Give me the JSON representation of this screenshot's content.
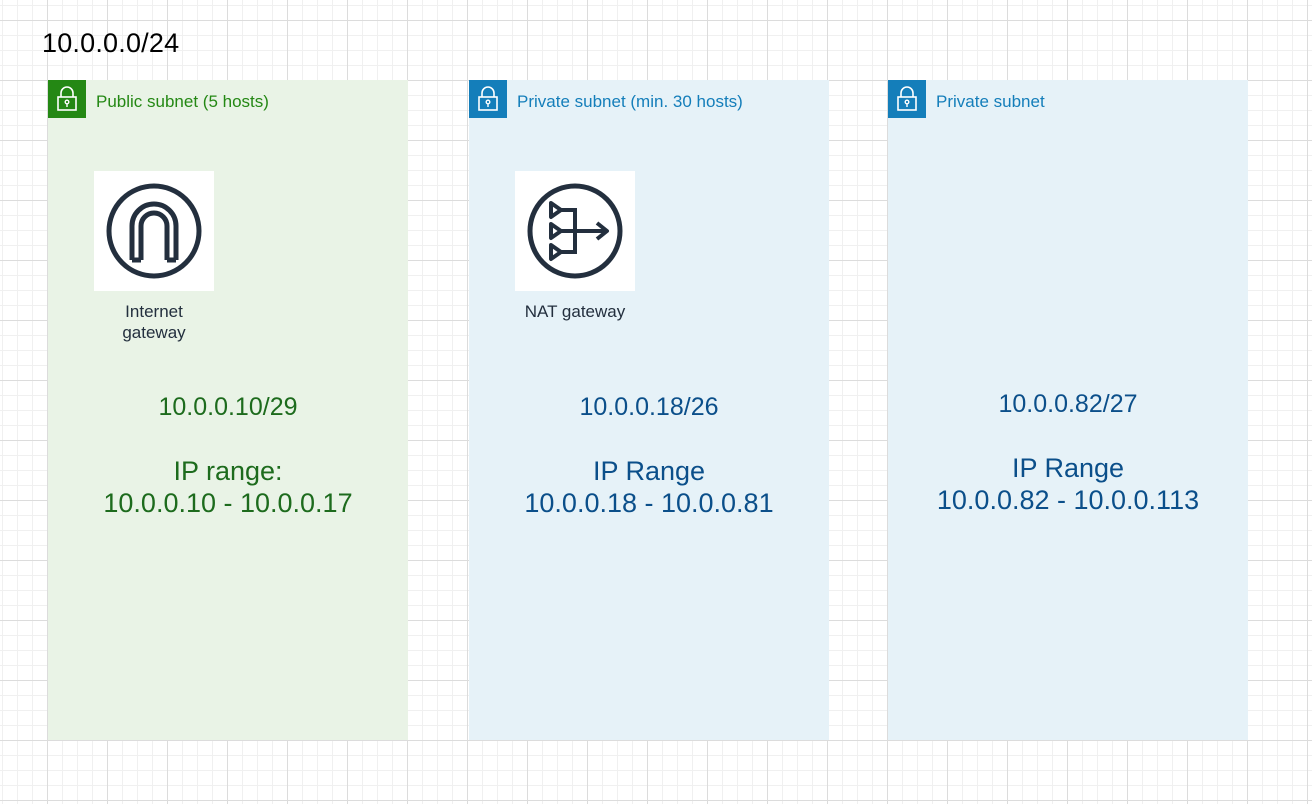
{
  "vpc": {
    "cidr_label": "10.0.0.0/24"
  },
  "colors": {
    "public_fill": "#e9f3e6",
    "public_accent": "#248814",
    "public_text": "#1d6b1d",
    "private_fill": "#e6f2f8",
    "private_accent": "#147eba",
    "private_text": "#0b4f8a"
  },
  "subnets": [
    {
      "type": "public",
      "title": "Public subnet (5 hosts)",
      "icon": "internet-gateway-icon",
      "icon_caption": "Internet gateway",
      "cidr": "10.0.0.10/29",
      "range_title": "IP range:",
      "range_value": "10.0.0.10 - 10.0.0.17"
    },
    {
      "type": "private",
      "title": "Private subnet (min. 30 hosts)",
      "icon": "nat-gateway-icon",
      "icon_caption": "NAT gateway",
      "cidr": "10.0.0.18/26",
      "range_title": "IP Range",
      "range_value": "10.0.0.18 - 10.0.0.81"
    },
    {
      "type": "private",
      "title": "Private subnet",
      "cidr": "10.0.0.82/27",
      "range_title": "IP Range",
      "range_value": "10.0.0.82 - 10.0.0.113"
    }
  ]
}
